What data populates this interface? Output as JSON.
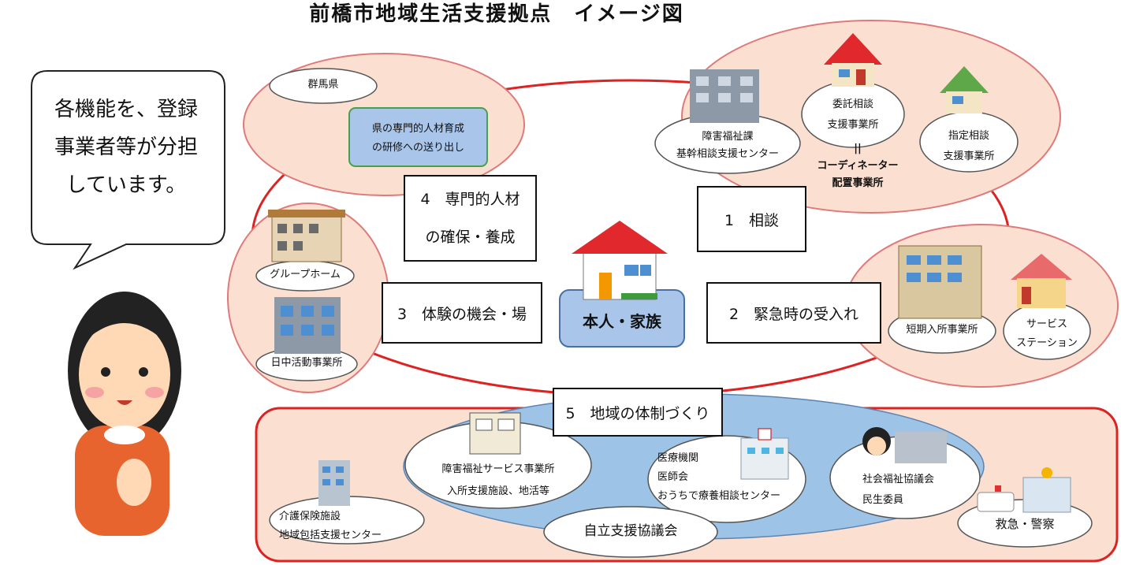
{
  "title": "前橋市地域生活支援拠点　イメージ図",
  "speech": {
    "lines": [
      "各機能を、登録",
      "事業者等が分担",
      "しています。"
    ]
  },
  "center": {
    "label": "本人・家族"
  },
  "functions": {
    "f1": "1　相談",
    "f2": "2　緊急時の受入れ",
    "f3": "3　体験の機会・場",
    "f4_line1": "4　専門的人材",
    "f4_line2": "の確保・養成",
    "f5": "5　地域の体制づくり"
  },
  "zone_soudan": {
    "kikan_line1": "障害福祉課",
    "kikan_line2": "基幹相談支援センター",
    "itaku_line1": "委託相談",
    "itaku_line2": "支援事業所",
    "equals": "||",
    "coord_line1": "コーディネーター",
    "coord_line2": "配置事業所",
    "shitei_line1": "指定相談",
    "shitei_line2": "支援事業所"
  },
  "zone_kinkyu": {
    "tanki": "短期入所事業所",
    "service_line1": "サービス",
    "service_line2": "ステーション"
  },
  "zone_taiken": {
    "group_home": "グループホーム",
    "nicchu": "日中活動事業所"
  },
  "zone_jinzai": {
    "gunma": "群馬県",
    "training_line1": "県の専門的人材育成",
    "training_line2": "の研修への送り出し"
  },
  "zone_chiiki": {
    "shogai_line1": "障害福祉サービス事業所",
    "shogai_line2": "入所支援施設、地活等",
    "iryo_line1": "医療機関",
    "iryo_line2": "医師会",
    "iryo_line3": "おうちで療養相談センター",
    "shakai_line1": "社会福祉協議会",
    "shakai_line2": "民生委員",
    "kaigo_line1": "介護保険施設",
    "kaigo_line2": "地域包括支援センター",
    "kyukyu": "救急・警察",
    "jiritsu": "自立支援協議会"
  },
  "colors": {
    "red_line": "#dd2222",
    "zone_fill": "#fbe0d2",
    "zone_border": "#e07a7a",
    "blue_fill": "#9dc3e6",
    "box_blue": "#a9c6ea",
    "box_blue_border": "#4aa04a"
  }
}
